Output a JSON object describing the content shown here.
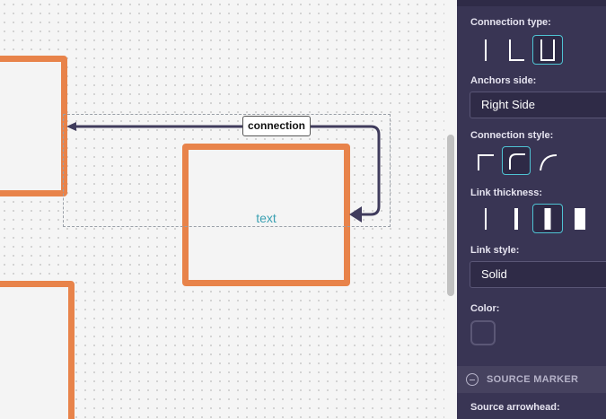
{
  "canvas": {
    "node_text": "text",
    "connection_label": "connection",
    "partial_text": "t"
  },
  "panel": {
    "connection_type_label": "Connection type:",
    "anchors_side_label": "Anchors side:",
    "anchors_side_value": "Right Side",
    "connection_style_label": "Connection style:",
    "link_thickness_label": "Link thickness:",
    "link_style_label": "Link style:",
    "link_style_value": "Solid",
    "color_label": "Color:",
    "source_marker_label": "SOURCE MARKER",
    "source_arrowhead_label": "Source arrowhead:"
  },
  "colors": {
    "node_border": "#e8834a",
    "node_text": "#3aa0b2",
    "connector": "#3f3b5c",
    "panel_bg": "#393554",
    "active_accent": "#4fc3d3"
  }
}
